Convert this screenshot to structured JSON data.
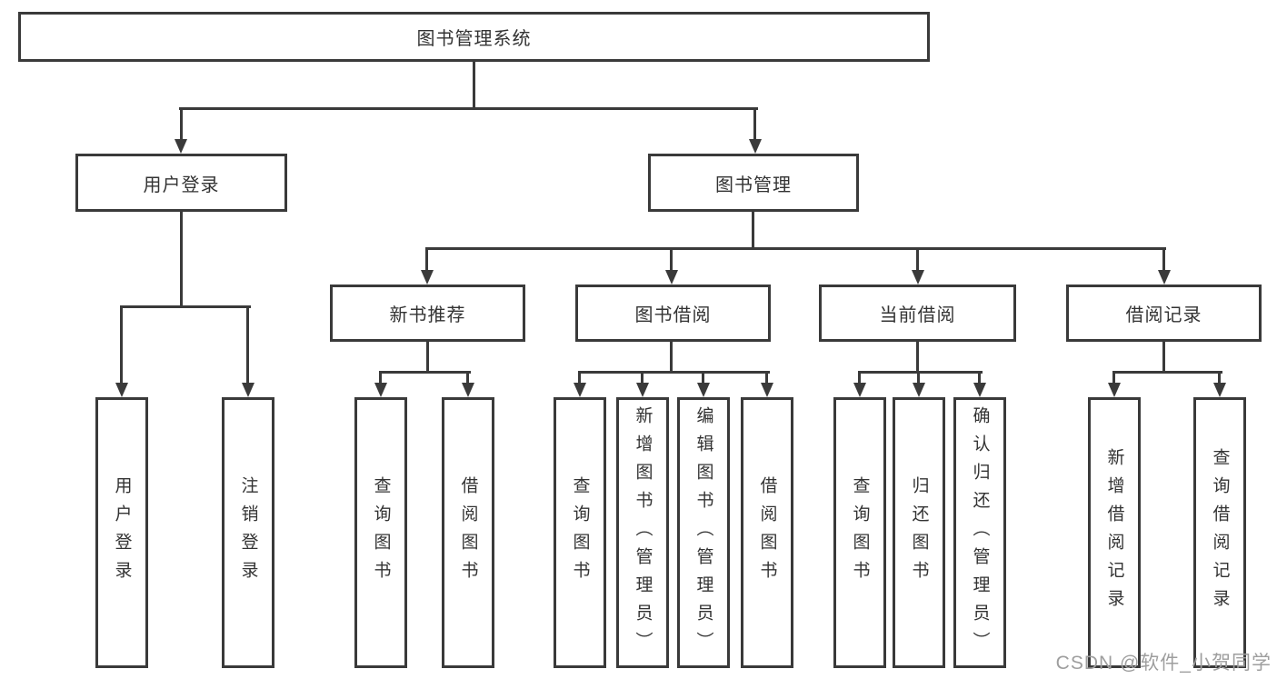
{
  "tree": {
    "root": "图书管理系统",
    "branches": [
      {
        "label": "用户登录",
        "children": [
          {
            "label": "用户登录"
          },
          {
            "label": "注销登录"
          }
        ]
      },
      {
        "label": "图书管理",
        "groups": [
          {
            "label": "新书推荐",
            "children": [
              {
                "label": "查询图书"
              },
              {
                "label": "借阅图书"
              }
            ]
          },
          {
            "label": "图书借阅",
            "children": [
              {
                "label": "查询图书"
              },
              {
                "label": "新增图书（管理员）"
              },
              {
                "label": "编辑图书（管理员）"
              },
              {
                "label": "借阅图书"
              }
            ]
          },
          {
            "label": "当前借阅",
            "children": [
              {
                "label": "查询图书"
              },
              {
                "label": "归还图书"
              },
              {
                "label": "确认归还（管理员）"
              }
            ]
          },
          {
            "label": "借阅记录",
            "children": [
              {
                "label": "新增借阅记录"
              },
              {
                "label": "查询借阅记录"
              }
            ]
          }
        ]
      }
    ]
  },
  "watermark": {
    "text": "CSDN @软件_小贺同学"
  },
  "colors": {
    "line": "#3a3a3a",
    "text": "#333333",
    "watermark": "#9e9e9e",
    "background": "#ffffff"
  }
}
